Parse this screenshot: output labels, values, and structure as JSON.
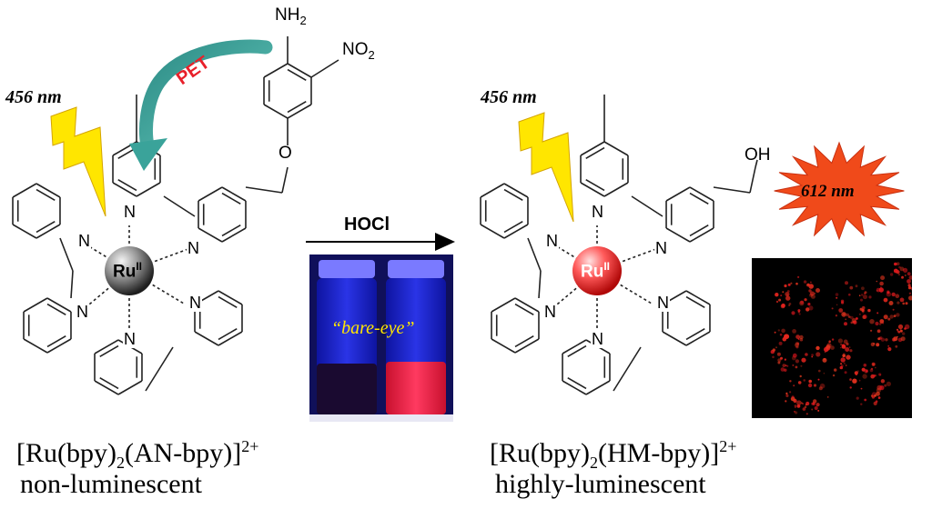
{
  "left": {
    "excitation": "456 nm",
    "complex_main": "[Ru(bpy)",
    "complex_sub": "2",
    "complex_rest": "(AN-bpy)]",
    "complex_charge": "2+",
    "state": "non-luminescent",
    "metal": "Ru",
    "metal_ox": "II",
    "pet_label": "PET",
    "nh2": "NH",
    "nh2_sub": "2",
    "no2": "NO",
    "no2_sub": "2",
    "oxygen": "O",
    "n_atom": "N"
  },
  "arrow": {
    "reagent": "HOCl"
  },
  "vials": {
    "caption": "“bare-eye”"
  },
  "right": {
    "excitation": "456 nm",
    "emission": "612 nm",
    "complex_main": "[Ru(bpy)",
    "complex_sub": "2",
    "complex_rest": "(HM-bpy)]",
    "complex_charge": "2+",
    "state": "highly-luminescent",
    "metal": "Ru",
    "metal_ox": "II",
    "hydroxyl": "OH",
    "n_atom": "N"
  },
  "colors": {
    "pet_arrow": "#3aa39a",
    "pet_text": "#e8202a",
    "bolt": "#ffe600",
    "ru_left": "#4a4a4a",
    "ru_right": "#e83a3a",
    "starburst": "#f04a1a",
    "vial_blue": "#1a22c8",
    "vial_red": "#ff1a40"
  }
}
